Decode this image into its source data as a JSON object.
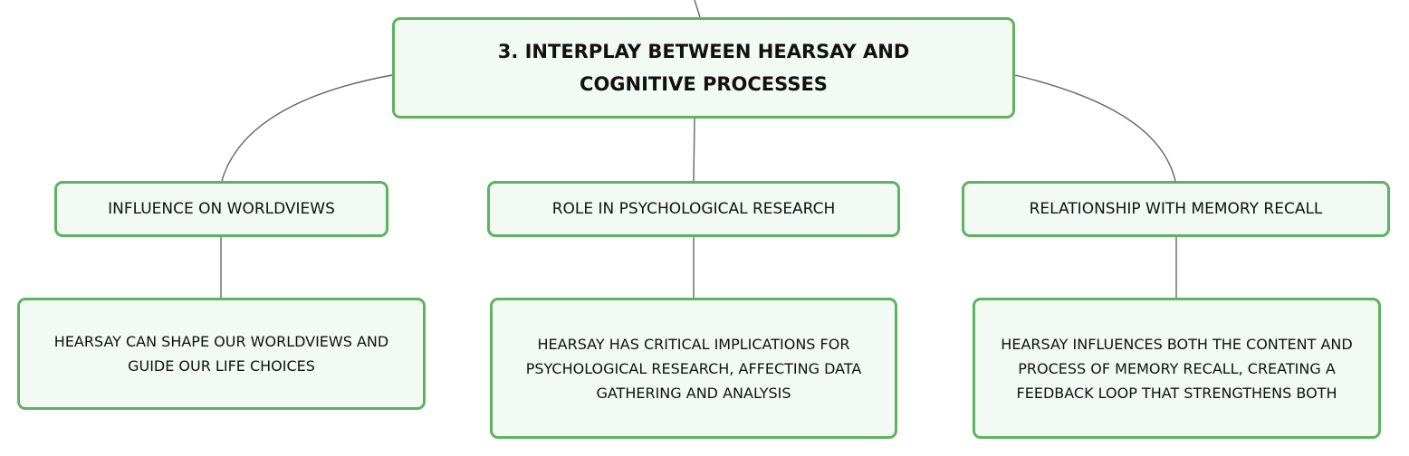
{
  "root": {
    "label": "3. INTERPLAY BETWEEN HEARSAY AND COGNITIVE PROCESSES"
  },
  "branches": [
    {
      "label": "INFLUENCE ON WORLDVIEWS",
      "detail": "HEARSAY CAN SHAPE OUR WORLDVIEWS AND GUIDE OUR LIFE CHOICES"
    },
    {
      "label": "ROLE IN PSYCHOLOGICAL RESEARCH",
      "detail": "HEARSAY HAS CRITICAL IMPLICATIONS FOR PSYCHOLOGICAL RESEARCH, AFFECTING DATA GATHERING AND ANALYSIS"
    },
    {
      "label": "RELATIONSHIP WITH MEMORY RECALL",
      "detail": "HEARSAY INFLUENCES BOTH THE CONTENT AND PROCESS OF MEMORY RECALL, CREATING A FEEDBACK LOOP THAT STRENGTHENS BOTH"
    }
  ],
  "colors": {
    "node_border": "#5cb45f",
    "node_fill": "#f2faf3",
    "connector": "#666666"
  }
}
